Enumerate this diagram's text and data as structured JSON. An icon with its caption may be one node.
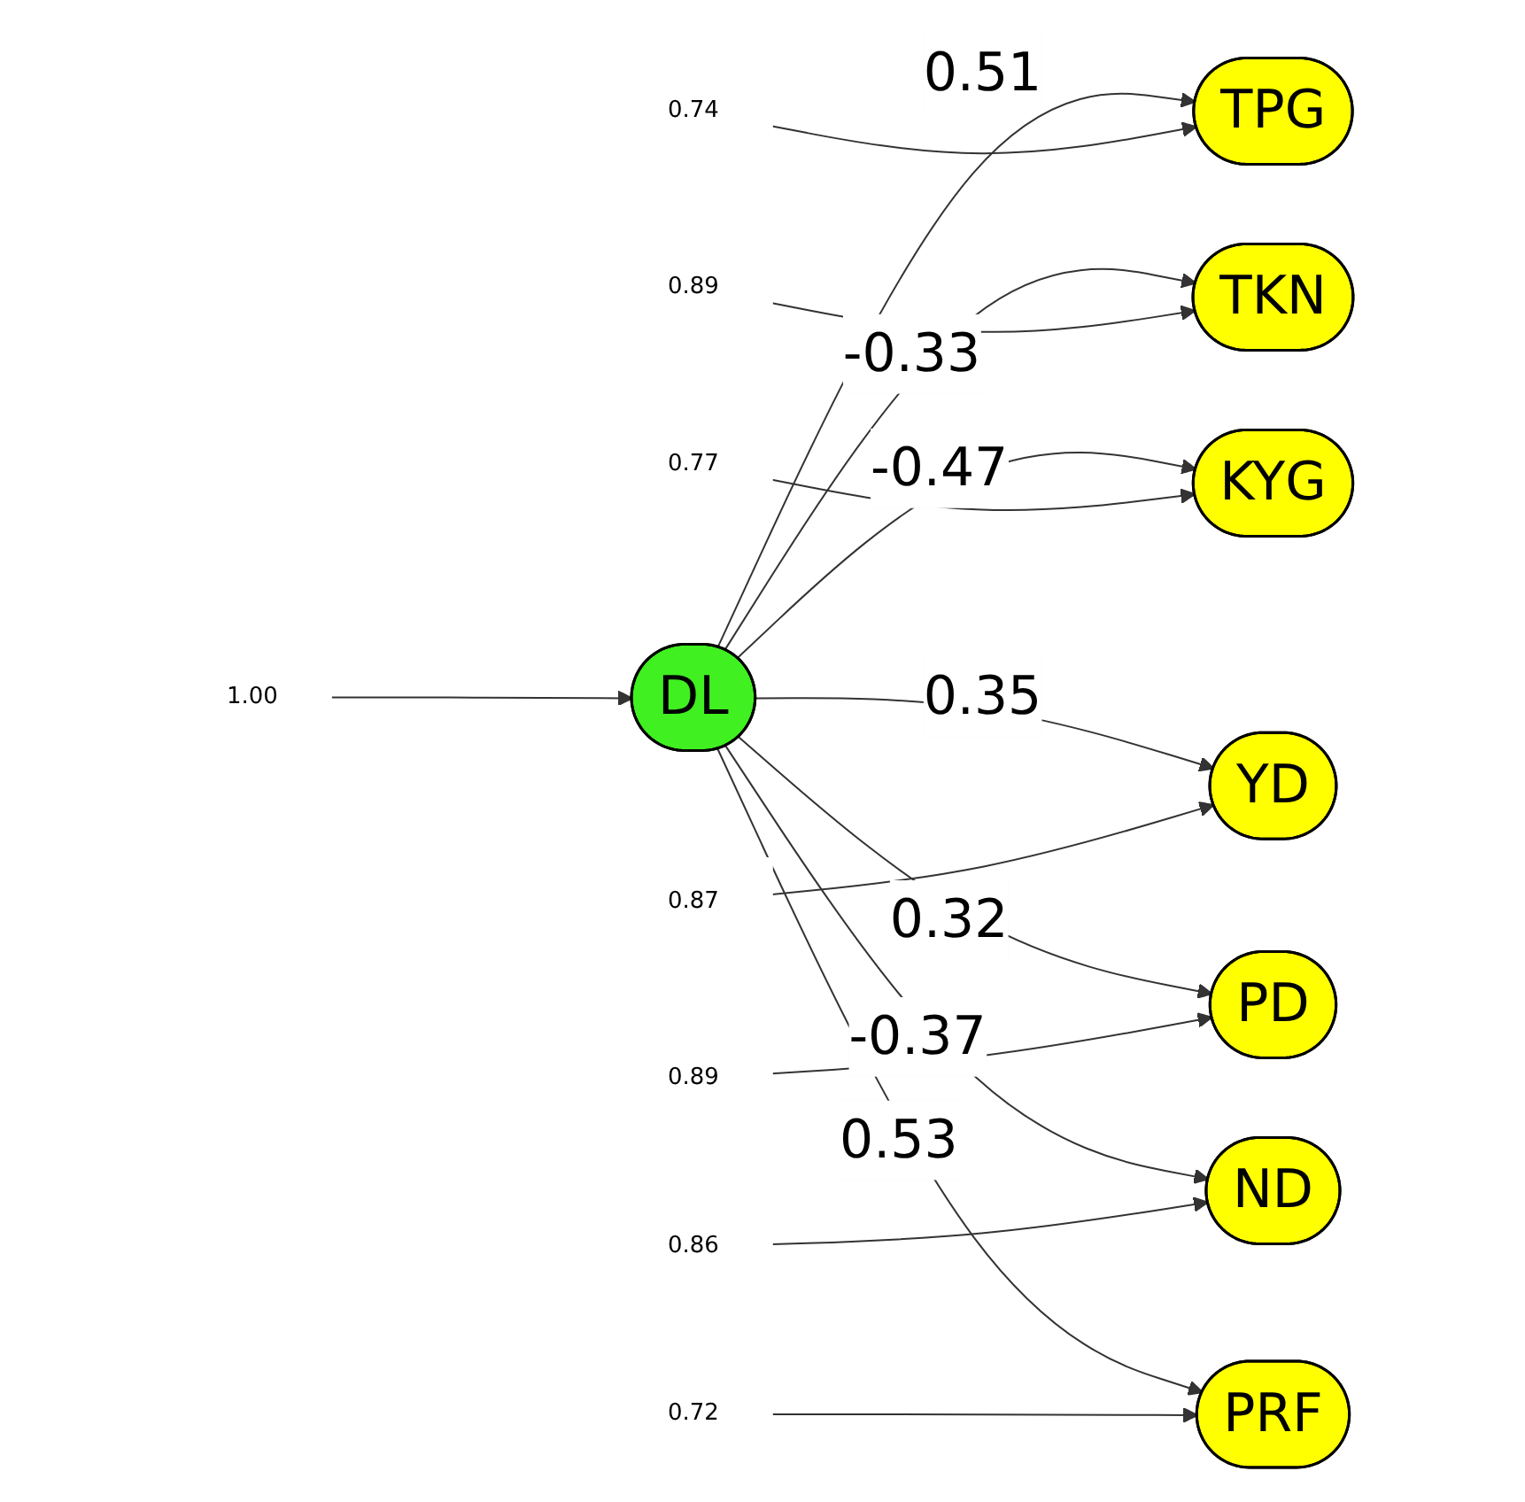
{
  "diagram": {
    "nodes": [
      {
        "text": [
          "1.00"
        ]
      },
      {
        "text": [
          "DL"
        ]
      },
      {
        "text": [
          "TPG"
        ]
      },
      {
        "text": [
          "0.74"
        ]
      },
      {
        "text": [
          "TKN"
        ]
      },
      {
        "text": [
          "0.89"
        ]
      },
      {
        "text": [
          "KYG"
        ]
      },
      {
        "text": [
          "0.77"
        ]
      },
      {
        "text": [
          "YD"
        ]
      },
      {
        "text": [
          "0.87"
        ]
      },
      {
        "text": [
          "PD"
        ]
      },
      {
        "text": [
          "0.89"
        ]
      },
      {
        "text": [
          "ND"
        ]
      },
      {
        "text": [
          "0.86"
        ]
      },
      {
        "text": [
          "PRF"
        ]
      },
      {
        "text": [
          "0.72"
        ]
      }
    ],
    "edges": [
      {
        "from": 0,
        "to": 1,
        "arrow": "to"
      },
      {
        "from": 1,
        "to": 2,
        "arrow": "to",
        "label": "0.51"
      },
      {
        "from": 1,
        "to": 4,
        "arrow": "to",
        "label": "-0.33"
      },
      {
        "from": 1,
        "to": 6,
        "arrow": "to",
        "label": "-0.47"
      },
      {
        "from": 1,
        "to": 8,
        "arrow": "to",
        "label": "0.35"
      },
      {
        "from": 1,
        "to": 10,
        "arrow": "to",
        "label": "0.32"
      },
      {
        "from": 1,
        "to": 12,
        "arrow": "to",
        "label": "-0.37"
      },
      {
        "from": 1,
        "to": 14,
        "arrow": "to",
        "label": "0.53"
      },
      {
        "from": 3,
        "to": 2,
        "arrow": "to"
      },
      {
        "from": 5,
        "to": 4,
        "arrow": "to"
      },
      {
        "from": 7,
        "to": 6,
        "arrow": "to"
      },
      {
        "from": 9,
        "to": 8,
        "arrow": "to"
      },
      {
        "from": 11,
        "to": 10,
        "arrow": "to"
      },
      {
        "from": 13,
        "to": 12,
        "arrow": "to"
      },
      {
        "from": 15,
        "to": 14,
        "arrow": "to"
      }
    ]
  }
}
